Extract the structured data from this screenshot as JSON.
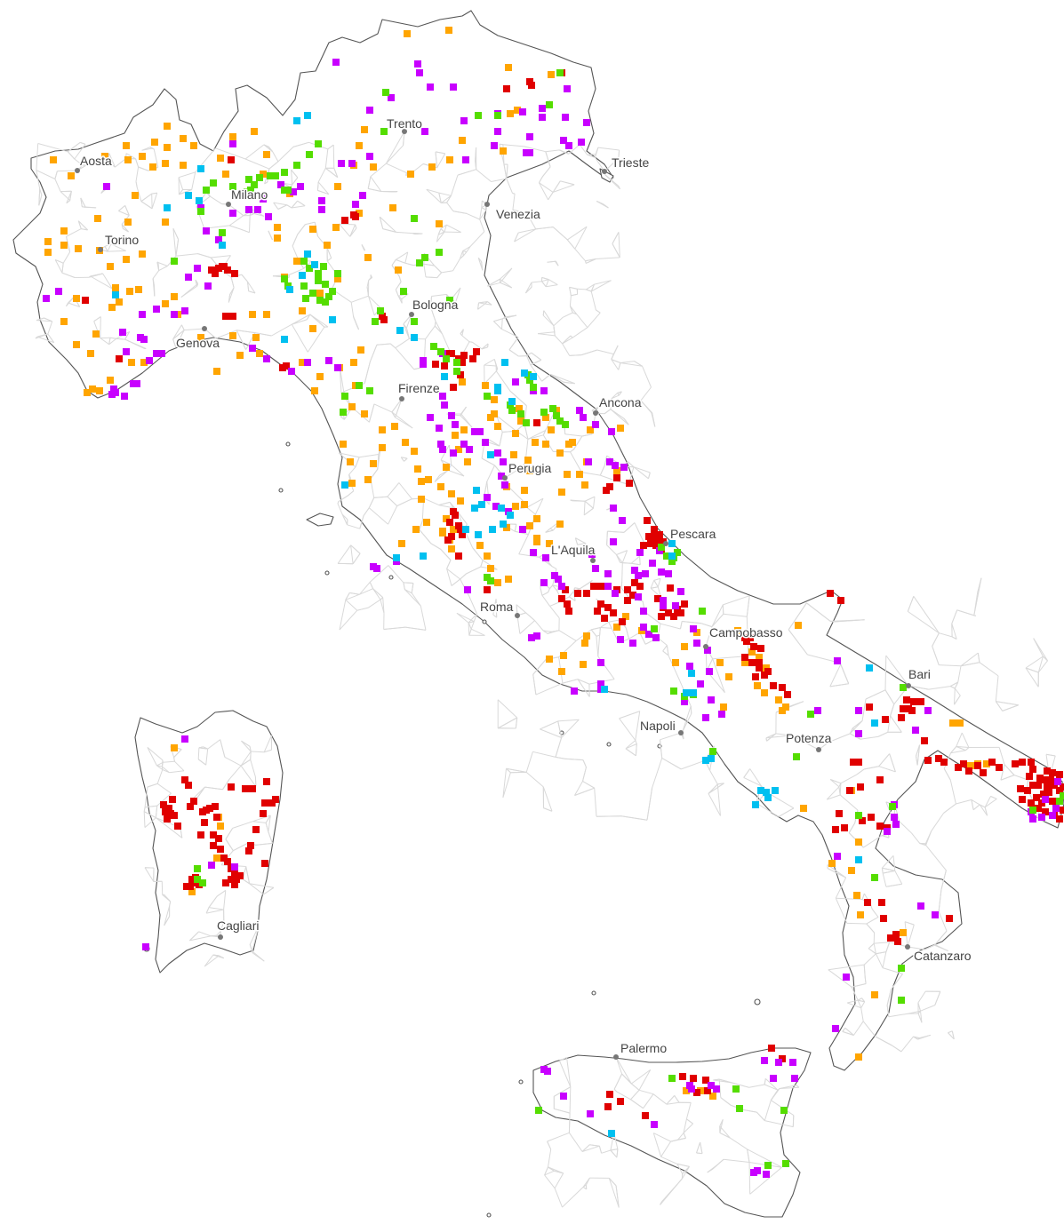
{
  "colors": {
    "red": "#e00000",
    "orange": "#ffa500",
    "purple": "#c800ff",
    "green": "#55dd00",
    "cyan": "#00c0f0",
    "land_fill": "#ffffff",
    "coastline": "#555555",
    "roads": "#d9d9d9",
    "city_text": "#444444"
  },
  "cities": [
    {
      "name": "Aosta"
    },
    {
      "name": "Trento"
    },
    {
      "name": "Trieste"
    },
    {
      "name": "Milano"
    },
    {
      "name": "Venezia"
    },
    {
      "name": "Torino"
    },
    {
      "name": "Bologna"
    },
    {
      "name": "Genova"
    },
    {
      "name": "Ancona"
    },
    {
      "name": "Firenze"
    },
    {
      "name": "Perugia"
    },
    {
      "name": "Pescara"
    },
    {
      "name": "L'Aquila"
    },
    {
      "name": "Roma"
    },
    {
      "name": "Campobasso"
    },
    {
      "name": "Bari"
    },
    {
      "name": "Napoli"
    },
    {
      "name": "Potenza"
    },
    {
      "name": "Cagliari"
    },
    {
      "name": "Catanzaro"
    },
    {
      "name": "Palermo"
    }
  ]
}
